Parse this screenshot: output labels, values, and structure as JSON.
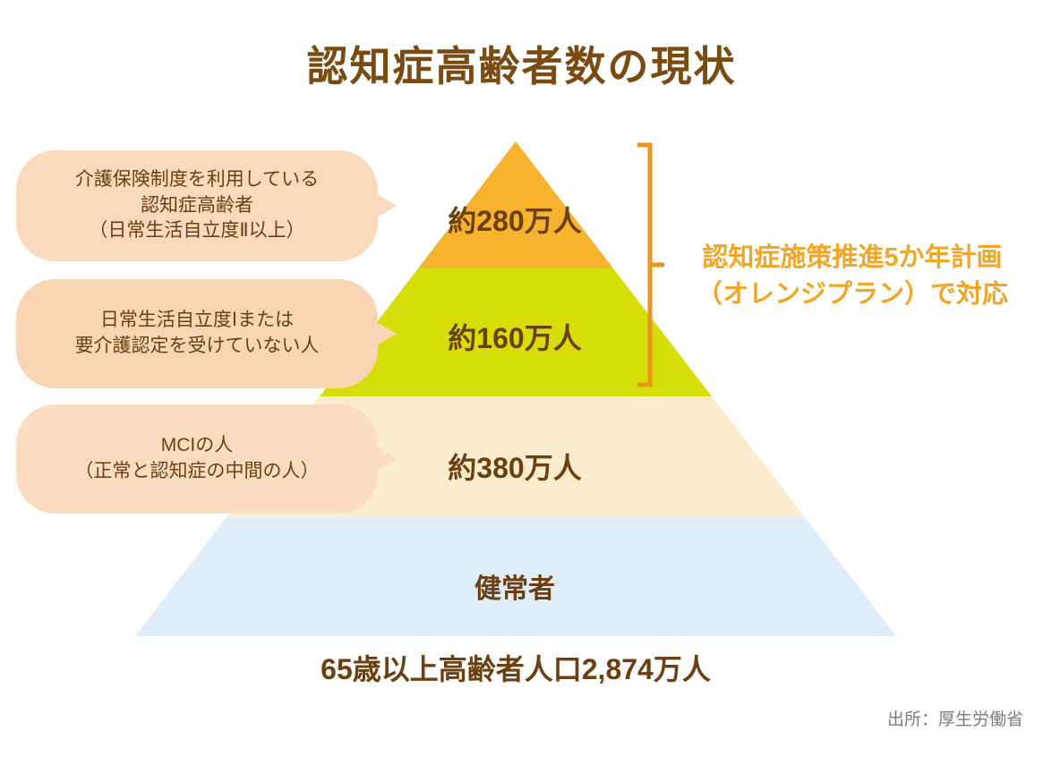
{
  "title": "認知症高齢者数の現状",
  "callouts": [
    {
      "name": "care-insurance-users",
      "lines": [
        "介護保険制度を利用している",
        "認知症高齢者",
        "（日常生活自立度Ⅱ以上）"
      ],
      "color": "#FAD9BC"
    },
    {
      "name": "independence-level-1",
      "lines": [
        "日常生活自立度Ⅰまたは",
        "要介護認定を受けていない人"
      ],
      "color": "#FAD5B3"
    },
    {
      "name": "mci-people",
      "lines": [
        "MCIの人",
        "（正常と認知症の中間の人）"
      ],
      "color": "#FCDCC0"
    }
  ],
  "annotation": {
    "lines": [
      "認知症施策推進5か年計画",
      "（オレンジプラン）で対応"
    ],
    "color": "#F2A624"
  },
  "footer_total": "65歳以上高齢者人口2,874万人",
  "source_note": "出所：厚生労働省",
  "chart_data": {
    "type": "pyramid",
    "title": "認知症高齢者数の現状",
    "total_label": "65歳以上高齢者人口2,874万人",
    "total_value": 2874,
    "unit": "万人",
    "tiers": [
      {
        "label": "約280万人",
        "value": 280,
        "color": "#F7B22E",
        "description": "介護保険制度を利用している認知症高齢者（日常生活自立度Ⅱ以上）"
      },
      {
        "label": "約160万人",
        "value": 160,
        "color": "#D7DD07",
        "description": "日常生活自立度Ⅰまたは要介護認定を受けていない人"
      },
      {
        "label": "約380万人",
        "value": 380,
        "color": "#FAECCC",
        "description": "MCIの人（正常と認知症の中間の人）"
      },
      {
        "label": "健常者",
        "value": null,
        "color": "#DFEDFB",
        "description": "健常者"
      }
    ],
    "annotation": "認知症施策推進5か年計画（オレンジプラン）で対応",
    "annotation_covers_tiers": [
      0,
      1
    ],
    "source": "出所：厚生労働省",
    "legend": "none",
    "grid": false
  }
}
